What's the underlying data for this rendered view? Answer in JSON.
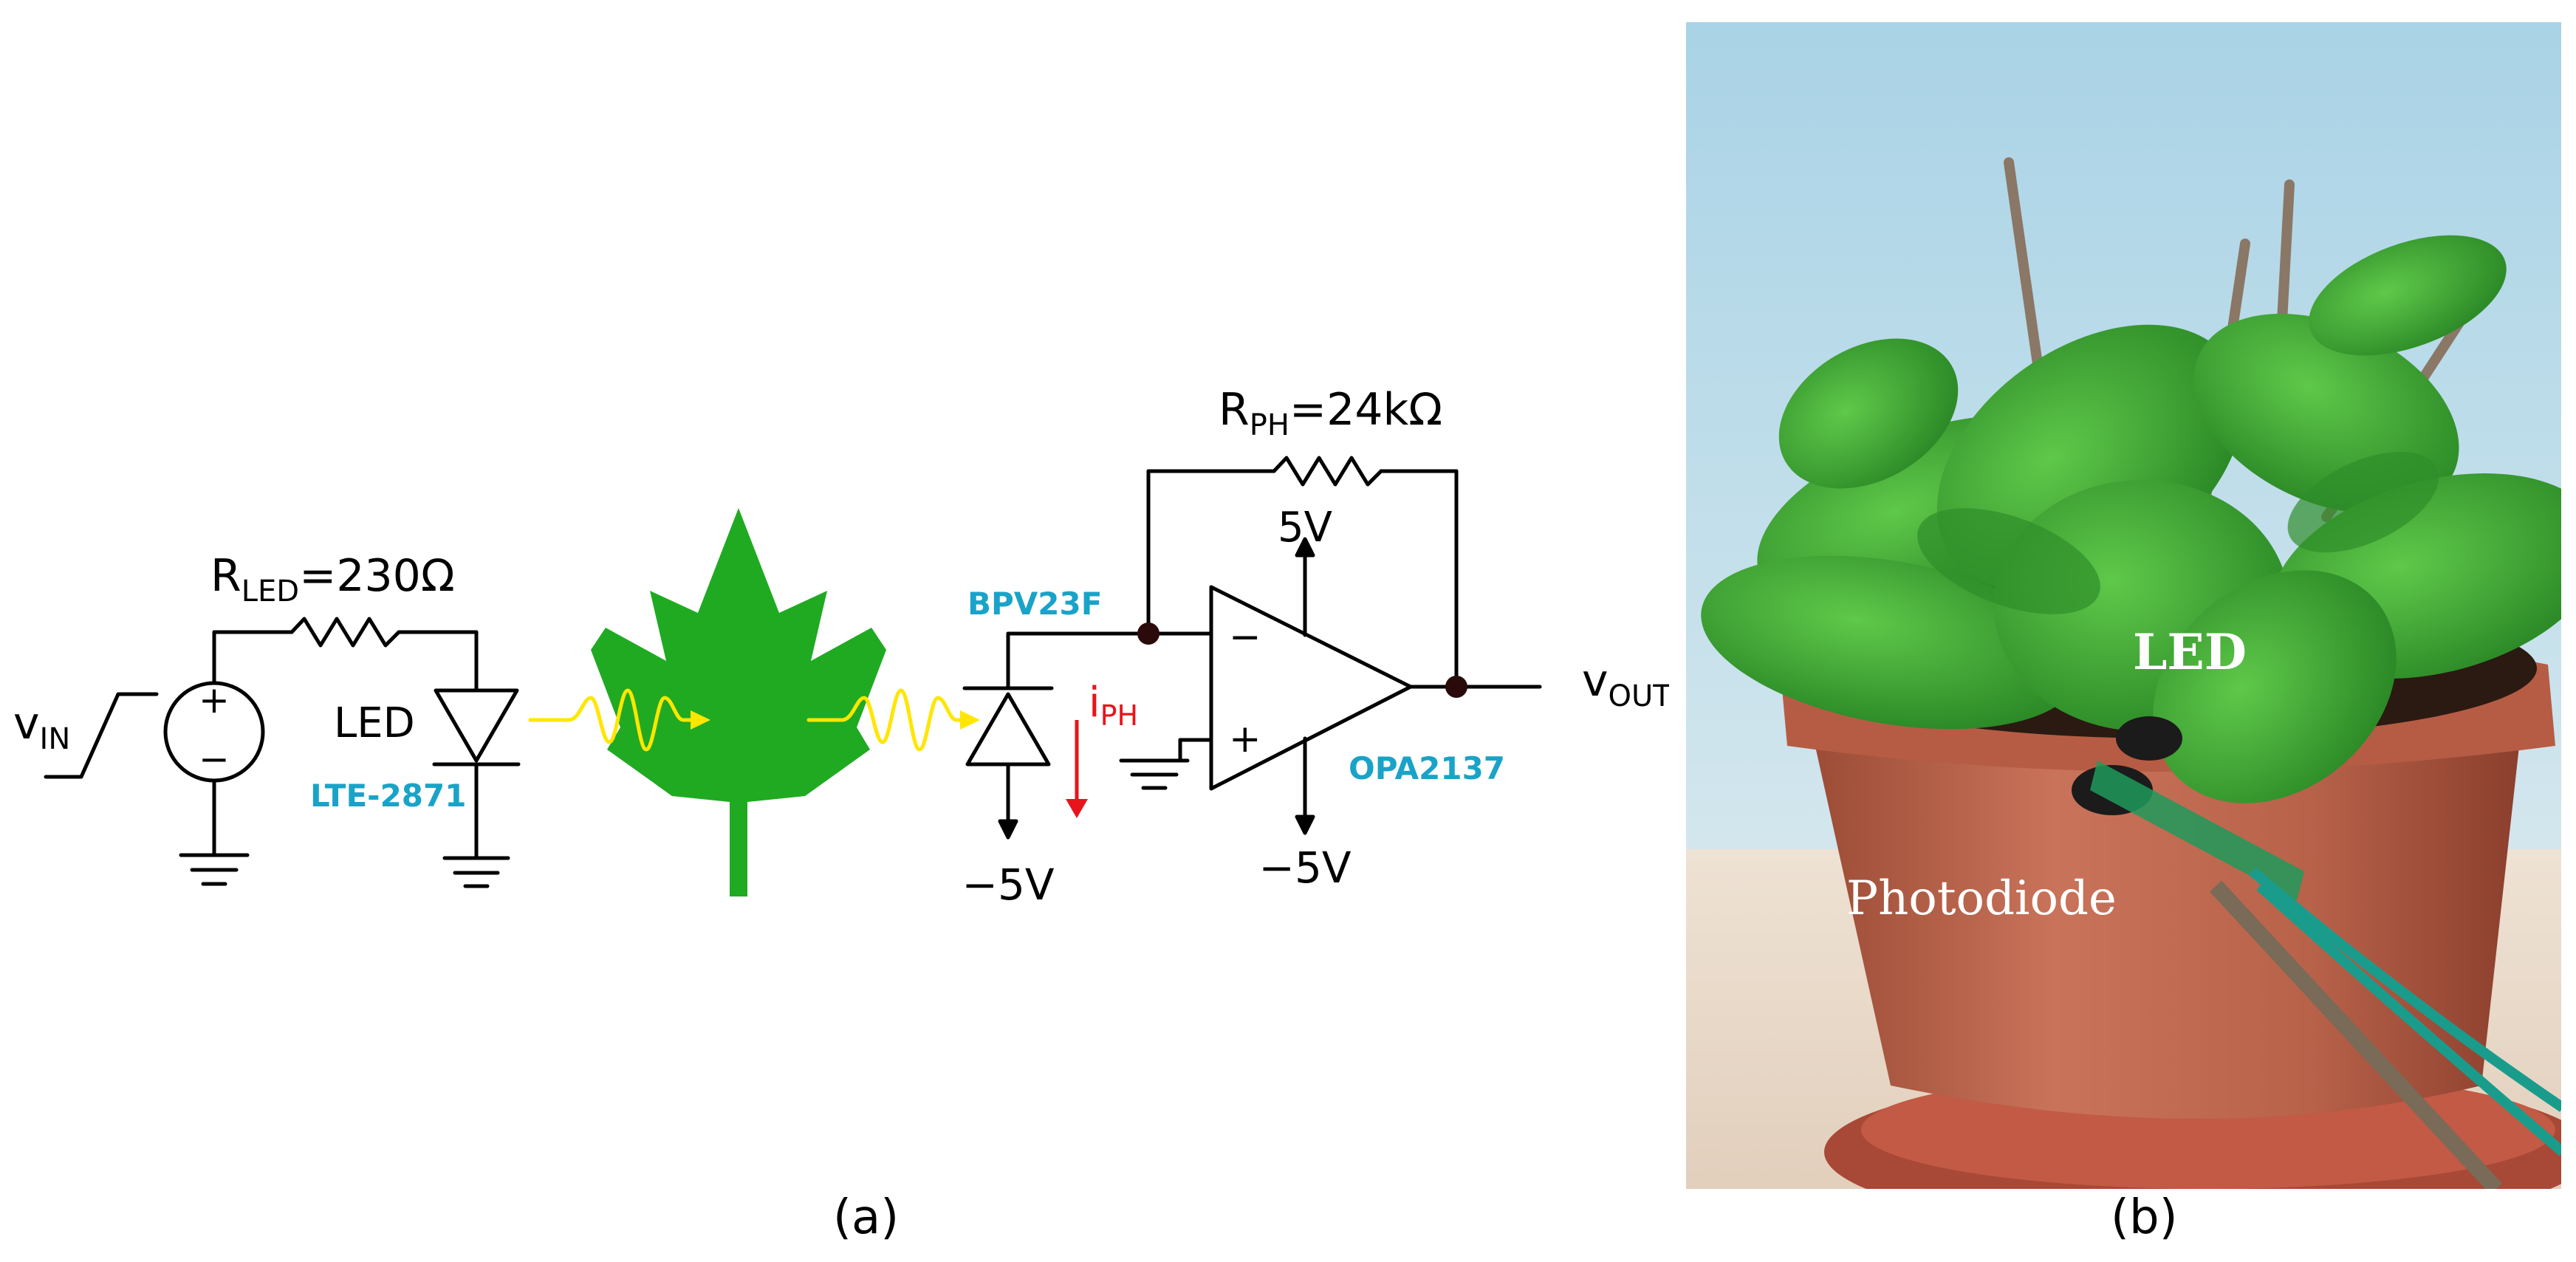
{
  "circuit": {
    "vin": {
      "main": "v",
      "sub": "IN"
    },
    "r_led": {
      "main": "R",
      "sub": "LED",
      "value": "=230Ω"
    },
    "led_label": "LED",
    "led_part": "LTE-2871",
    "photodiode_part": "BPV23F",
    "iph": {
      "main": "i",
      "sub": "PH"
    },
    "pd_supply": "−5V",
    "r_ph": {
      "main": "R",
      "sub": "PH",
      "value": "=24kΩ"
    },
    "opamp_vplus": "5V",
    "opamp_vminus": "−5V",
    "opamp_part": "OPA2137",
    "minus_sign": "−",
    "plus_sign": "+",
    "vout": {
      "main": "v",
      "sub": "OUT"
    }
  },
  "photo": {
    "led_label": "LED",
    "photodiode_label": "Photodiode"
  },
  "captions": {
    "a": "(a)",
    "b": "(b)"
  },
  "colors": {
    "wire": "#000000",
    "part_label": "#1aa3c8",
    "current": "#e8141b",
    "leaf": "#1faa22",
    "light_wave": "#ffe600"
  }
}
